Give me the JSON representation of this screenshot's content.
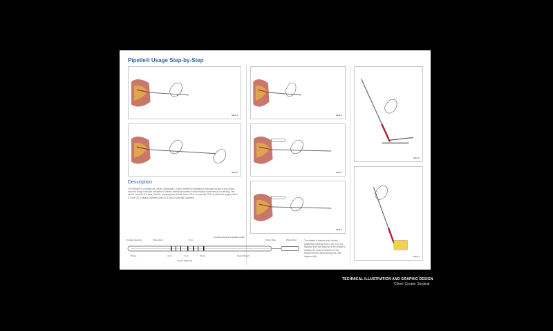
{
  "poster": {
    "title": "Pipelle® Usage Step-by-Step",
    "steps": [
      "Step 1",
      "Step 2",
      "Step 3",
      "Step 4",
      "Step 5",
      "Step 6",
      "Step 7"
    ],
    "description_heading": "Description",
    "description": "The Pipelle® is a single-use, sterile, disposable, suction curette for obtaining a histologic biopsy of the uterine mucosal lining or sample extraction of uterine menstrual content for microscopic examination or culturing. The device consists of a clear, flexible, polypropylene sheath that is 23.5 cm (overall) 23.3 cm (effective length) with a 3.1 mm OD (Outside Diameter) and a 2.6 mm ID (Internal Diameter).",
    "diagram_labels": {
      "curette_opening": "Curette Opening",
      "piston_end": "Piston End",
      "five_cm": "5 cm",
      "orientation_mark": "Curette Opening Orientation Mark",
      "piston_stop": "Piston Stop",
      "piston_rod": "Piston Rod",
      "piston": "Piston",
      "four_cm": "4 cm",
      "seven_cm": "7 cm",
      "ten_cm": "10 cm",
      "outer_sheath": "Outer Sheath",
      "depth_markings": "Depth Markings"
    },
    "side_note": "The sheath is marked with colored, graduated markings from 4 cm to 10 cm, distance from the distal tip of the sheath to indicate the depth of insertion of the sheath into the uterus during use (see diagram left)."
  },
  "caption": {
    "line1": "TECHNICAL ILLUSTRATION AND GRAPHIC DESIGN",
    "line2": "Client: Cooper Surgical"
  },
  "colors": {
    "accent": "#2a62a8",
    "tissue": "#c9766b"
  }
}
